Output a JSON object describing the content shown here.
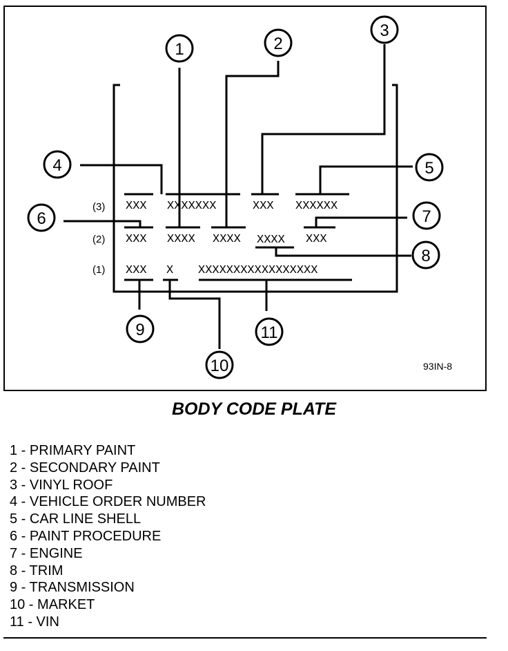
{
  "figure_id": "93IN-8",
  "caption": "BODY CODE PLATE",
  "row_labels": [
    "(3)",
    "(2)",
    "(1)"
  ],
  "codes": {
    "row3": [
      "XXX",
      "XXXXXXX",
      "XXX",
      "XXXXXX"
    ],
    "row2": [
      "XXX",
      "XXXX",
      "XXXX",
      "XXXX",
      "XXX"
    ],
    "row1": [
      "XXX",
      "X",
      "XXXXXXXXXXXXXXXXX"
    ]
  },
  "callouts": [
    "1",
    "2",
    "3",
    "4",
    "5",
    "6",
    "7",
    "8",
    "9",
    "10",
    "11"
  ],
  "legend": [
    {
      "num": "1",
      "text": "PRIMARY PAINT"
    },
    {
      "num": "2",
      "text": "SECONDARY PAINT"
    },
    {
      "num": "3",
      "text": "VINYL ROOF"
    },
    {
      "num": "4",
      "text": "VEHICLE ORDER NUMBER"
    },
    {
      "num": "5",
      "text": "CAR LINE SHELL"
    },
    {
      "num": "6",
      "text": "PAINT PROCEDURE"
    },
    {
      "num": "7",
      "text": "ENGINE"
    },
    {
      "num": "8",
      "text": "TRIM"
    },
    {
      "num": "9",
      "text": "TRANSMISSION"
    },
    {
      "num": "10",
      "text": "MARKET"
    },
    {
      "num": "11",
      "text": "VIN"
    }
  ]
}
